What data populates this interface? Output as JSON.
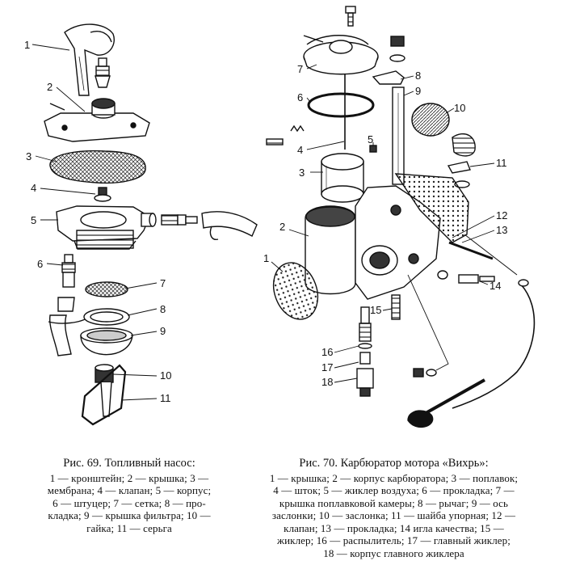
{
  "fig69": {
    "caption_title": "Рис. 69. Топливный насос:",
    "legend_lines": [
      "1 — кронштейн; 2 — крышка; 3 —",
      "мембрана; 4 — клапан; 5 — корпус;",
      "6 — штуцер; 7 — сетка; 8 — про-",
      "кладка; 9 — крышка фильтра; 10 —",
      "гайка; 11 — серьга"
    ],
    "callouts": [
      "1",
      "2",
      "3",
      "4",
      "5",
      "6",
      "7",
      "8",
      "9",
      "10",
      "11"
    ]
  },
  "fig70": {
    "caption_title": "Рис. 70. Карбюратор мотора «Вихрь»:",
    "legend_lines": [
      "1 — крышка; 2 — корпус карбюратора; 3 — поплавок;",
      "4 — шток; 5 — жиклер воздуха; 6 — прокладка; 7 —",
      "крышка поплавковой камеры; 8 — рычаг; 9 — ось",
      "заслонки; 10 — заслонка; 11 — шайба упорная; 12 —",
      "клапан; 13 — прокладка; 14 игла качества; 15 —",
      "жиклер; 16 — распылитель; 17 — главный жиклер;",
      "18 — корпус главного жиклера"
    ],
    "callouts": [
      "1",
      "2",
      "3",
      "4",
      "5",
      "6",
      "7",
      "8",
      "9",
      "10",
      "11",
      "12",
      "13",
      "14",
      "15",
      "16",
      "17",
      "18"
    ]
  }
}
